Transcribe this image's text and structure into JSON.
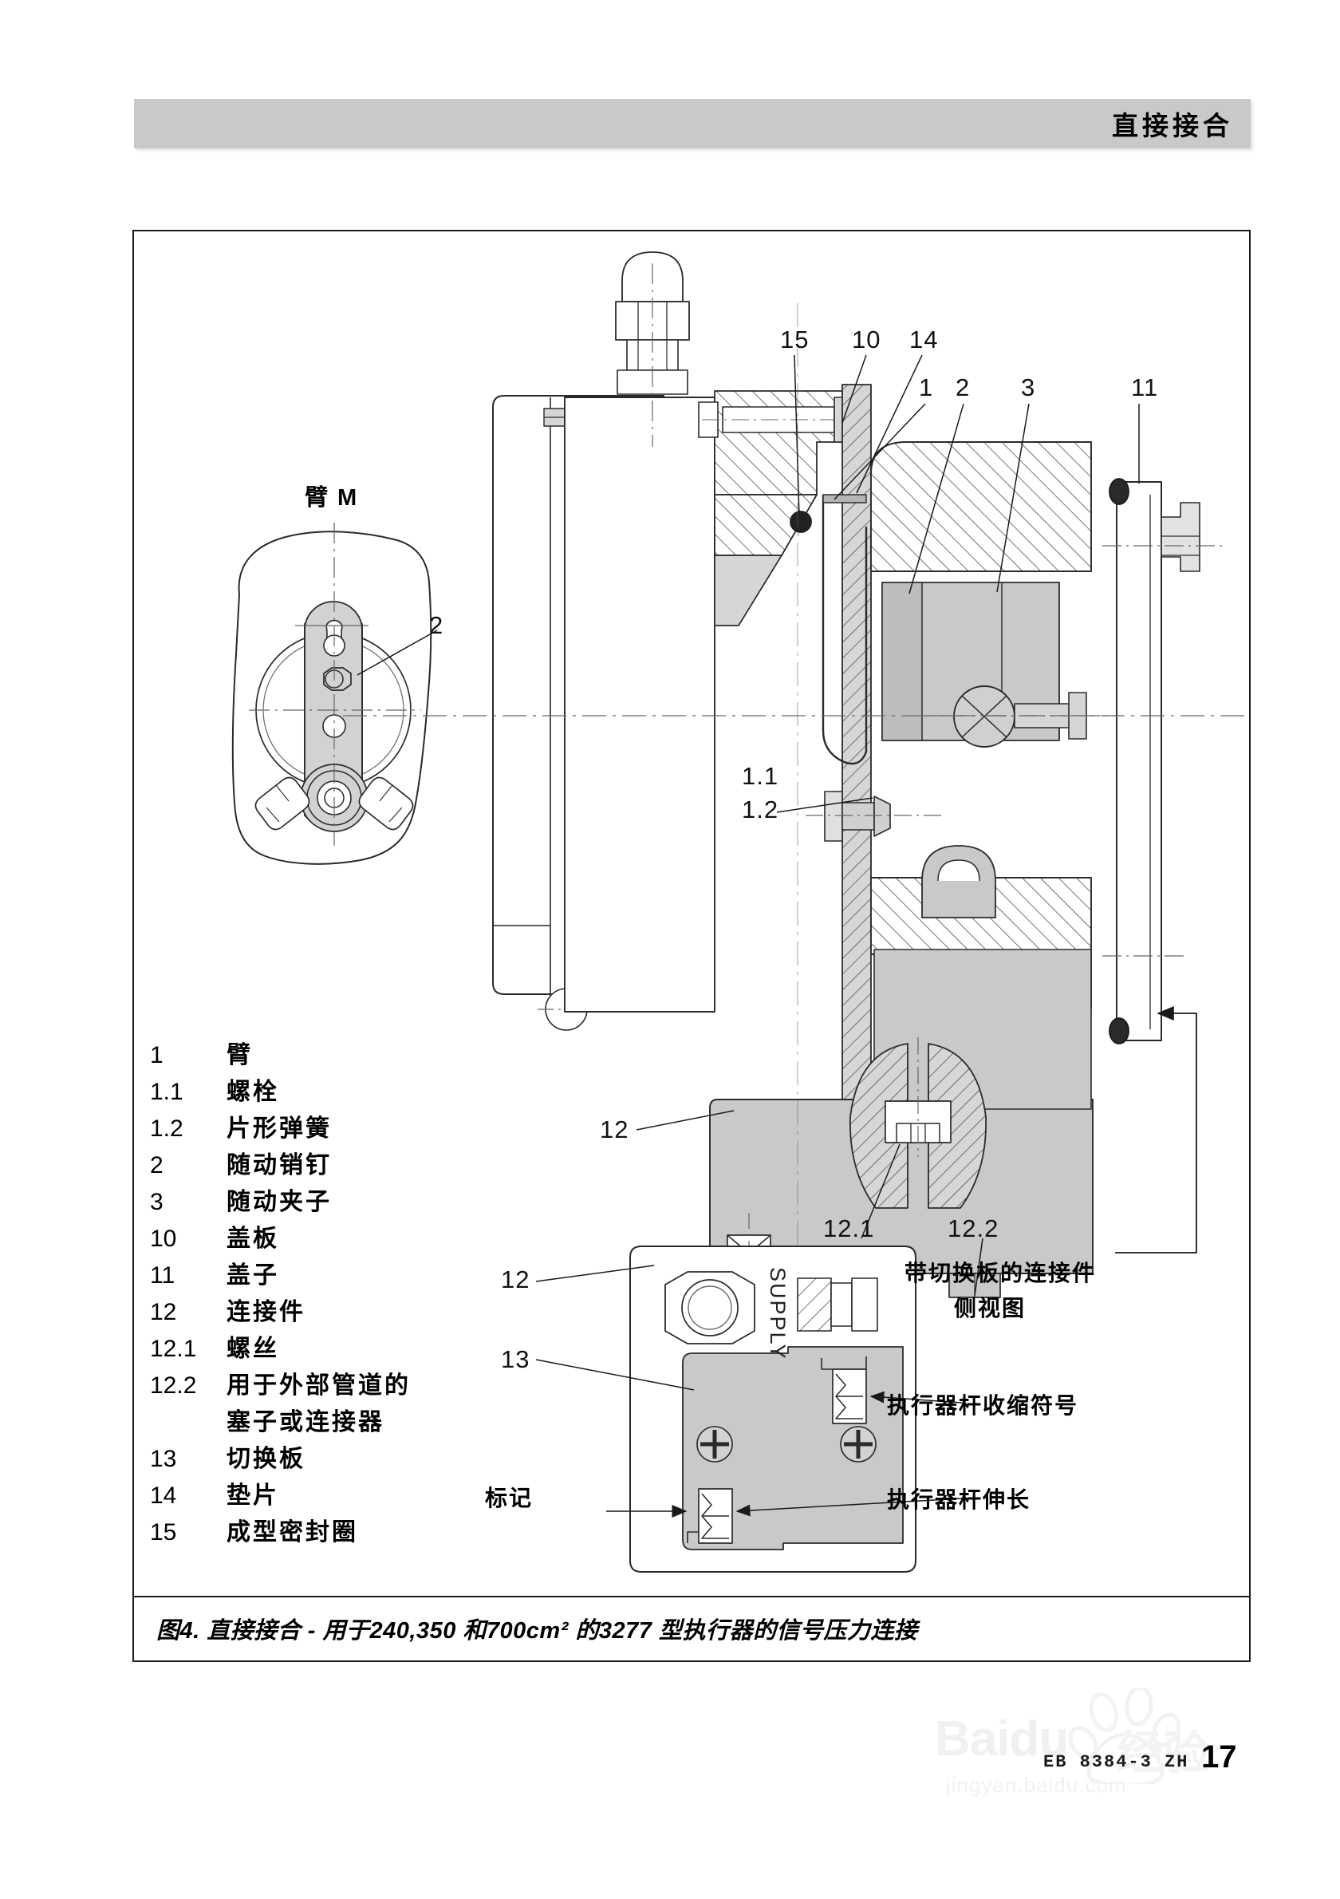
{
  "header": {
    "title": "直接接合"
  },
  "figure": {
    "caption": "图4. 直接接合 - 用于240,350 和700cm² 的3277 型执行器的信号压力连接",
    "lever_view_label": "臂 M",
    "supply_label": "SUPPLY",
    "annotations": {
      "side_view_line1": "带切换板的连接件",
      "side_view_line2": "侧视图",
      "stem_retracts": "执行器杆收缩符号",
      "stem_extends": "执行器杆伸长",
      "marking": "标记"
    },
    "callouts": [
      {
        "id": "c15",
        "text": "15"
      },
      {
        "id": "c10",
        "text": "10"
      },
      {
        "id": "c14",
        "text": "14"
      },
      {
        "id": "c1",
        "text": "1"
      },
      {
        "id": "c2",
        "text": "2"
      },
      {
        "id": "c3",
        "text": "3"
      },
      {
        "id": "c11",
        "text": "11"
      },
      {
        "id": "c1_1",
        "text": "1.1"
      },
      {
        "id": "c1_2",
        "text": "1.2"
      },
      {
        "id": "c12",
        "text": "12"
      },
      {
        "id": "c12_1",
        "text": "12.1"
      },
      {
        "id": "c12_2",
        "text": "12.2"
      },
      {
        "id": "c2_lever",
        "text": "2"
      },
      {
        "id": "c12_detail",
        "text": "12"
      },
      {
        "id": "c13_detail",
        "text": "13"
      }
    ]
  },
  "legend": {
    "items": [
      {
        "num": "1",
        "label": "臂",
        "continuation": null
      },
      {
        "num": "1.1",
        "label": "螺栓",
        "continuation": null
      },
      {
        "num": "1.2",
        "label": "片形弹簧",
        "continuation": null
      },
      {
        "num": "2",
        "label": "随动销钉",
        "continuation": null
      },
      {
        "num": "3",
        "label": "随动夹子",
        "continuation": null
      },
      {
        "num": "10",
        "label": "盖板",
        "continuation": null
      },
      {
        "num": "11",
        "label": "盖子",
        "continuation": null
      },
      {
        "num": "12",
        "label": "连接件",
        "continuation": null
      },
      {
        "num": "12.1",
        "label": "螺丝",
        "continuation": null
      },
      {
        "num": "12.2",
        "label": "用于外部管道的",
        "continuation": "塞子或连接器"
      },
      {
        "num": "13",
        "label": "切换板",
        "continuation": null
      },
      {
        "num": "14",
        "label": "垫片",
        "continuation": null
      },
      {
        "num": "15",
        "label": "成型密封圈",
        "continuation": null
      }
    ]
  },
  "footer": {
    "document_code": "EB 8384-3 ZH",
    "page_number": "17"
  },
  "watermark": {
    "brand": "Baidu",
    "brand_cn": "经验",
    "url": "jingyan.baidu.com"
  },
  "colors": {
    "header_bg": "#c9c9c9",
    "line": "#1a1a1a",
    "fill_light": "#d6d6d6",
    "fill_mid": "#c4c4c4",
    "fill_white": "#ffffff"
  }
}
